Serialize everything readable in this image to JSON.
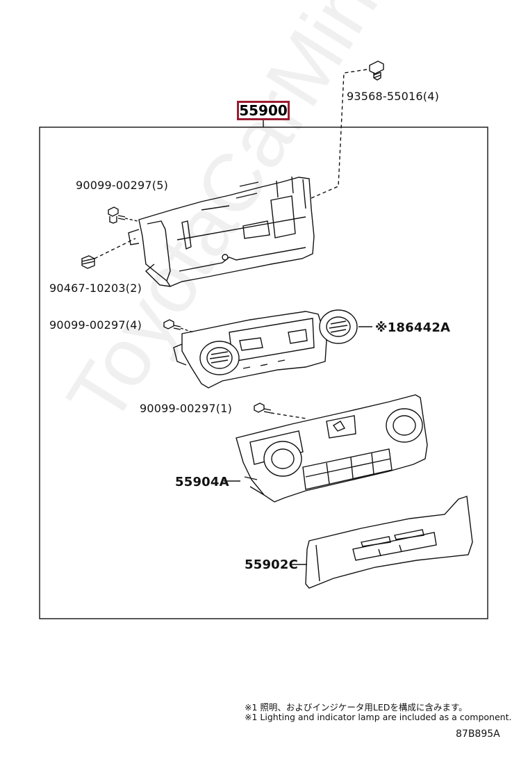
{
  "assembly": {
    "part_number": "55900"
  },
  "callouts": {
    "screw_top": "93568-55016(4)",
    "screw_bracket": "90099-00297(5)",
    "pin_bracket": "90467-10203(2)",
    "screw_board": "90099-00297(4)",
    "board": "※186442A",
    "screw_panel": "90099-00297(1)",
    "panel": "55904A",
    "bezel": "55902C"
  },
  "notes": {
    "jp": "※1 照明、およびインジケータ用LEDを構成に含みます。",
    "en": "※1 Lighting and indicator lamp are included as a component."
  },
  "diagram_id": "87B895A",
  "watermark": "ToyotaCarMine.ru"
}
